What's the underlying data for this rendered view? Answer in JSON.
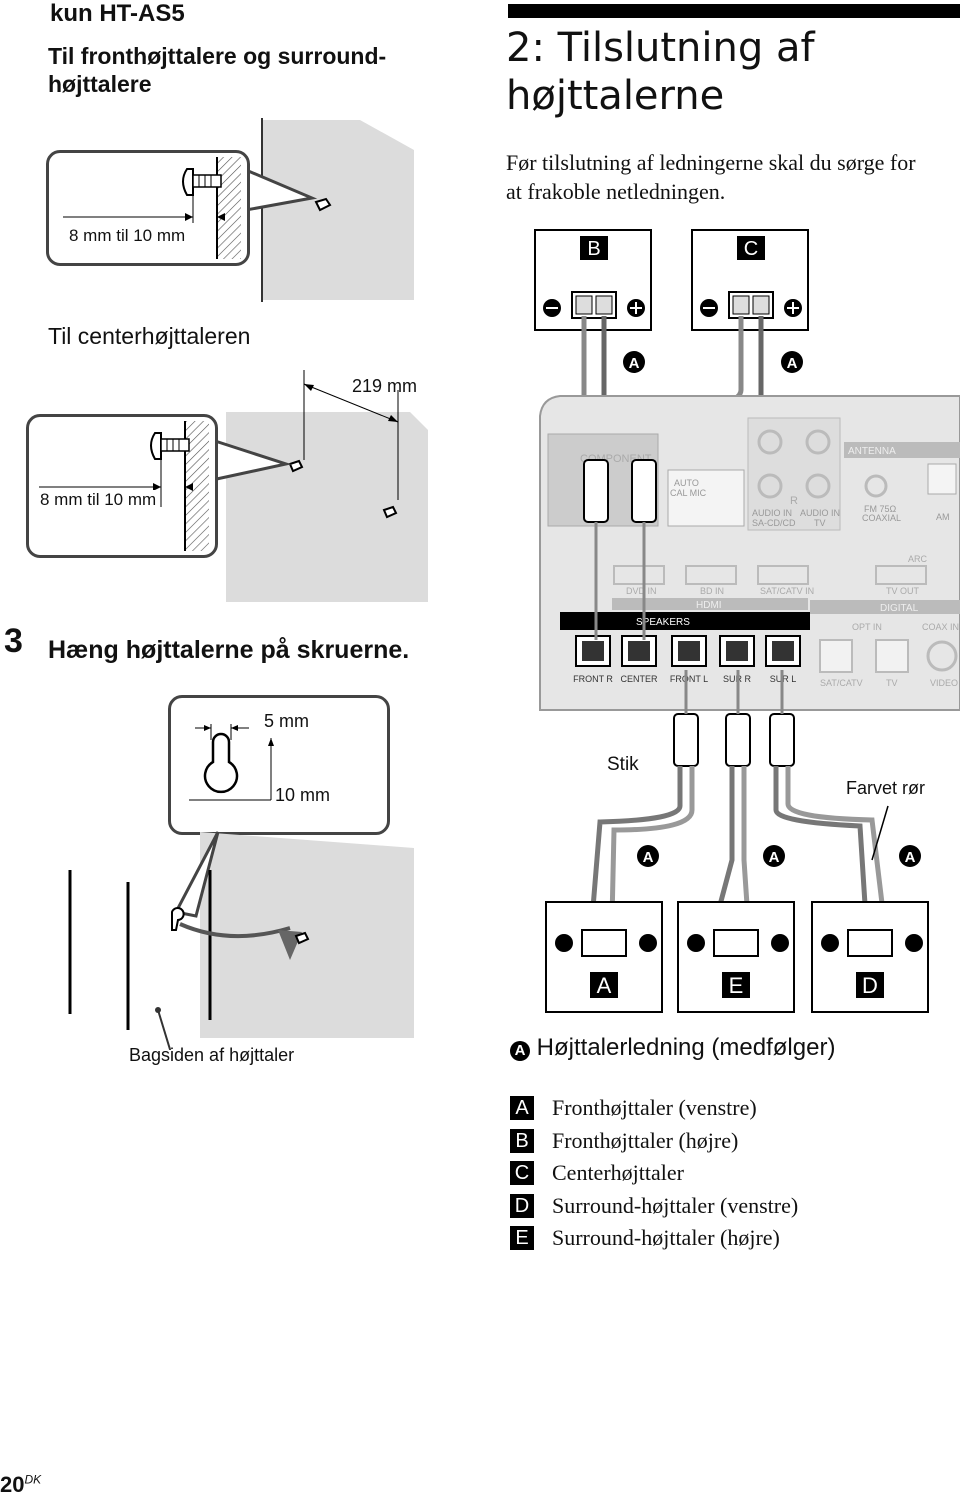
{
  "left": {
    "model_heading": "kun HT-AS5",
    "front_surround_title": "Til fronthøjttalere og surround-højttalere",
    "front_surround_line1": "Til fronthøjttalere og surround-",
    "front_surround_line2": "højttalere",
    "screw_depth_1": "8 mm til 10 mm",
    "center_title": "Til centerhøjttaleren",
    "center_spacing": "219 mm",
    "screw_depth_2": "8 mm til 10 mm",
    "step_number": "3",
    "step_text": "Hæng højttalerne på skruerne.",
    "hole_width": "5 mm",
    "hole_height": "10 mm",
    "back_label": "Bagsiden af højttaler"
  },
  "right": {
    "section_title_line1": "2: Tilslutning af",
    "section_title_line2": "højttalerne",
    "intro_text": "Før tilslutning af ledningerne skal du sørge for at frakoble netledningen.",
    "intro_line1": "Før tilslutning af ledningerne skal du sørge for",
    "intro_line2": "at frakoble netledningen.",
    "connector_label": "Stik",
    "tube_label": "Farvet rør",
    "cable_legend_badge": "A",
    "cable_legend_text": "Højttalerledning (medfølger)"
  },
  "diagram": {
    "speaker_top": [
      "B",
      "C"
    ],
    "speaker_bottom": [
      "A",
      "E",
      "D"
    ],
    "cable_letter": "A",
    "receiver": {
      "component_label": "COMPONENT",
      "auto_cal": "AUTO",
      "cal_mic": "CAL MIC",
      "r_label": "R",
      "audio_in_1": "AUDIO IN",
      "sa_cd": "SA-CD/CD",
      "audio_in_2": "AUDIO IN",
      "tv_label": "TV",
      "antenna": "ANTENNA",
      "fm": "FM 75Ω",
      "coaxial": "COAXIAL",
      "am": "AM",
      "arc": "ARC",
      "dvd_in": "DVD IN",
      "bd_in": "BD IN",
      "sat_catv_in": "SAT/CATV IN",
      "tv_out": "TV OUT",
      "hdmi": "HDMI",
      "digital": "DIGITAL",
      "speakers": "SPEAKERS",
      "opt_in": "OPT IN",
      "coax_in": "COAX IN",
      "terminals": [
        "FRONT R",
        "CENTER",
        "FRONT L",
        "SUR R",
        "SUR L"
      ],
      "sat_catv": "SAT/CATV",
      "tv": "TV",
      "video": "VIDEO"
    }
  },
  "legend": [
    {
      "letter": "A",
      "text": "Fronthøjttaler (venstre)"
    },
    {
      "letter": "B",
      "text": "Fronthøjttaler (højre)"
    },
    {
      "letter": "C",
      "text": "Centerhøjttaler"
    },
    {
      "letter": "D",
      "text": "Surround-højttaler (venstre)"
    },
    {
      "letter": "E",
      "text": "Surround-højttaler (højre)"
    }
  ],
  "footer": {
    "page_number": "20",
    "page_suffix": "DK"
  }
}
